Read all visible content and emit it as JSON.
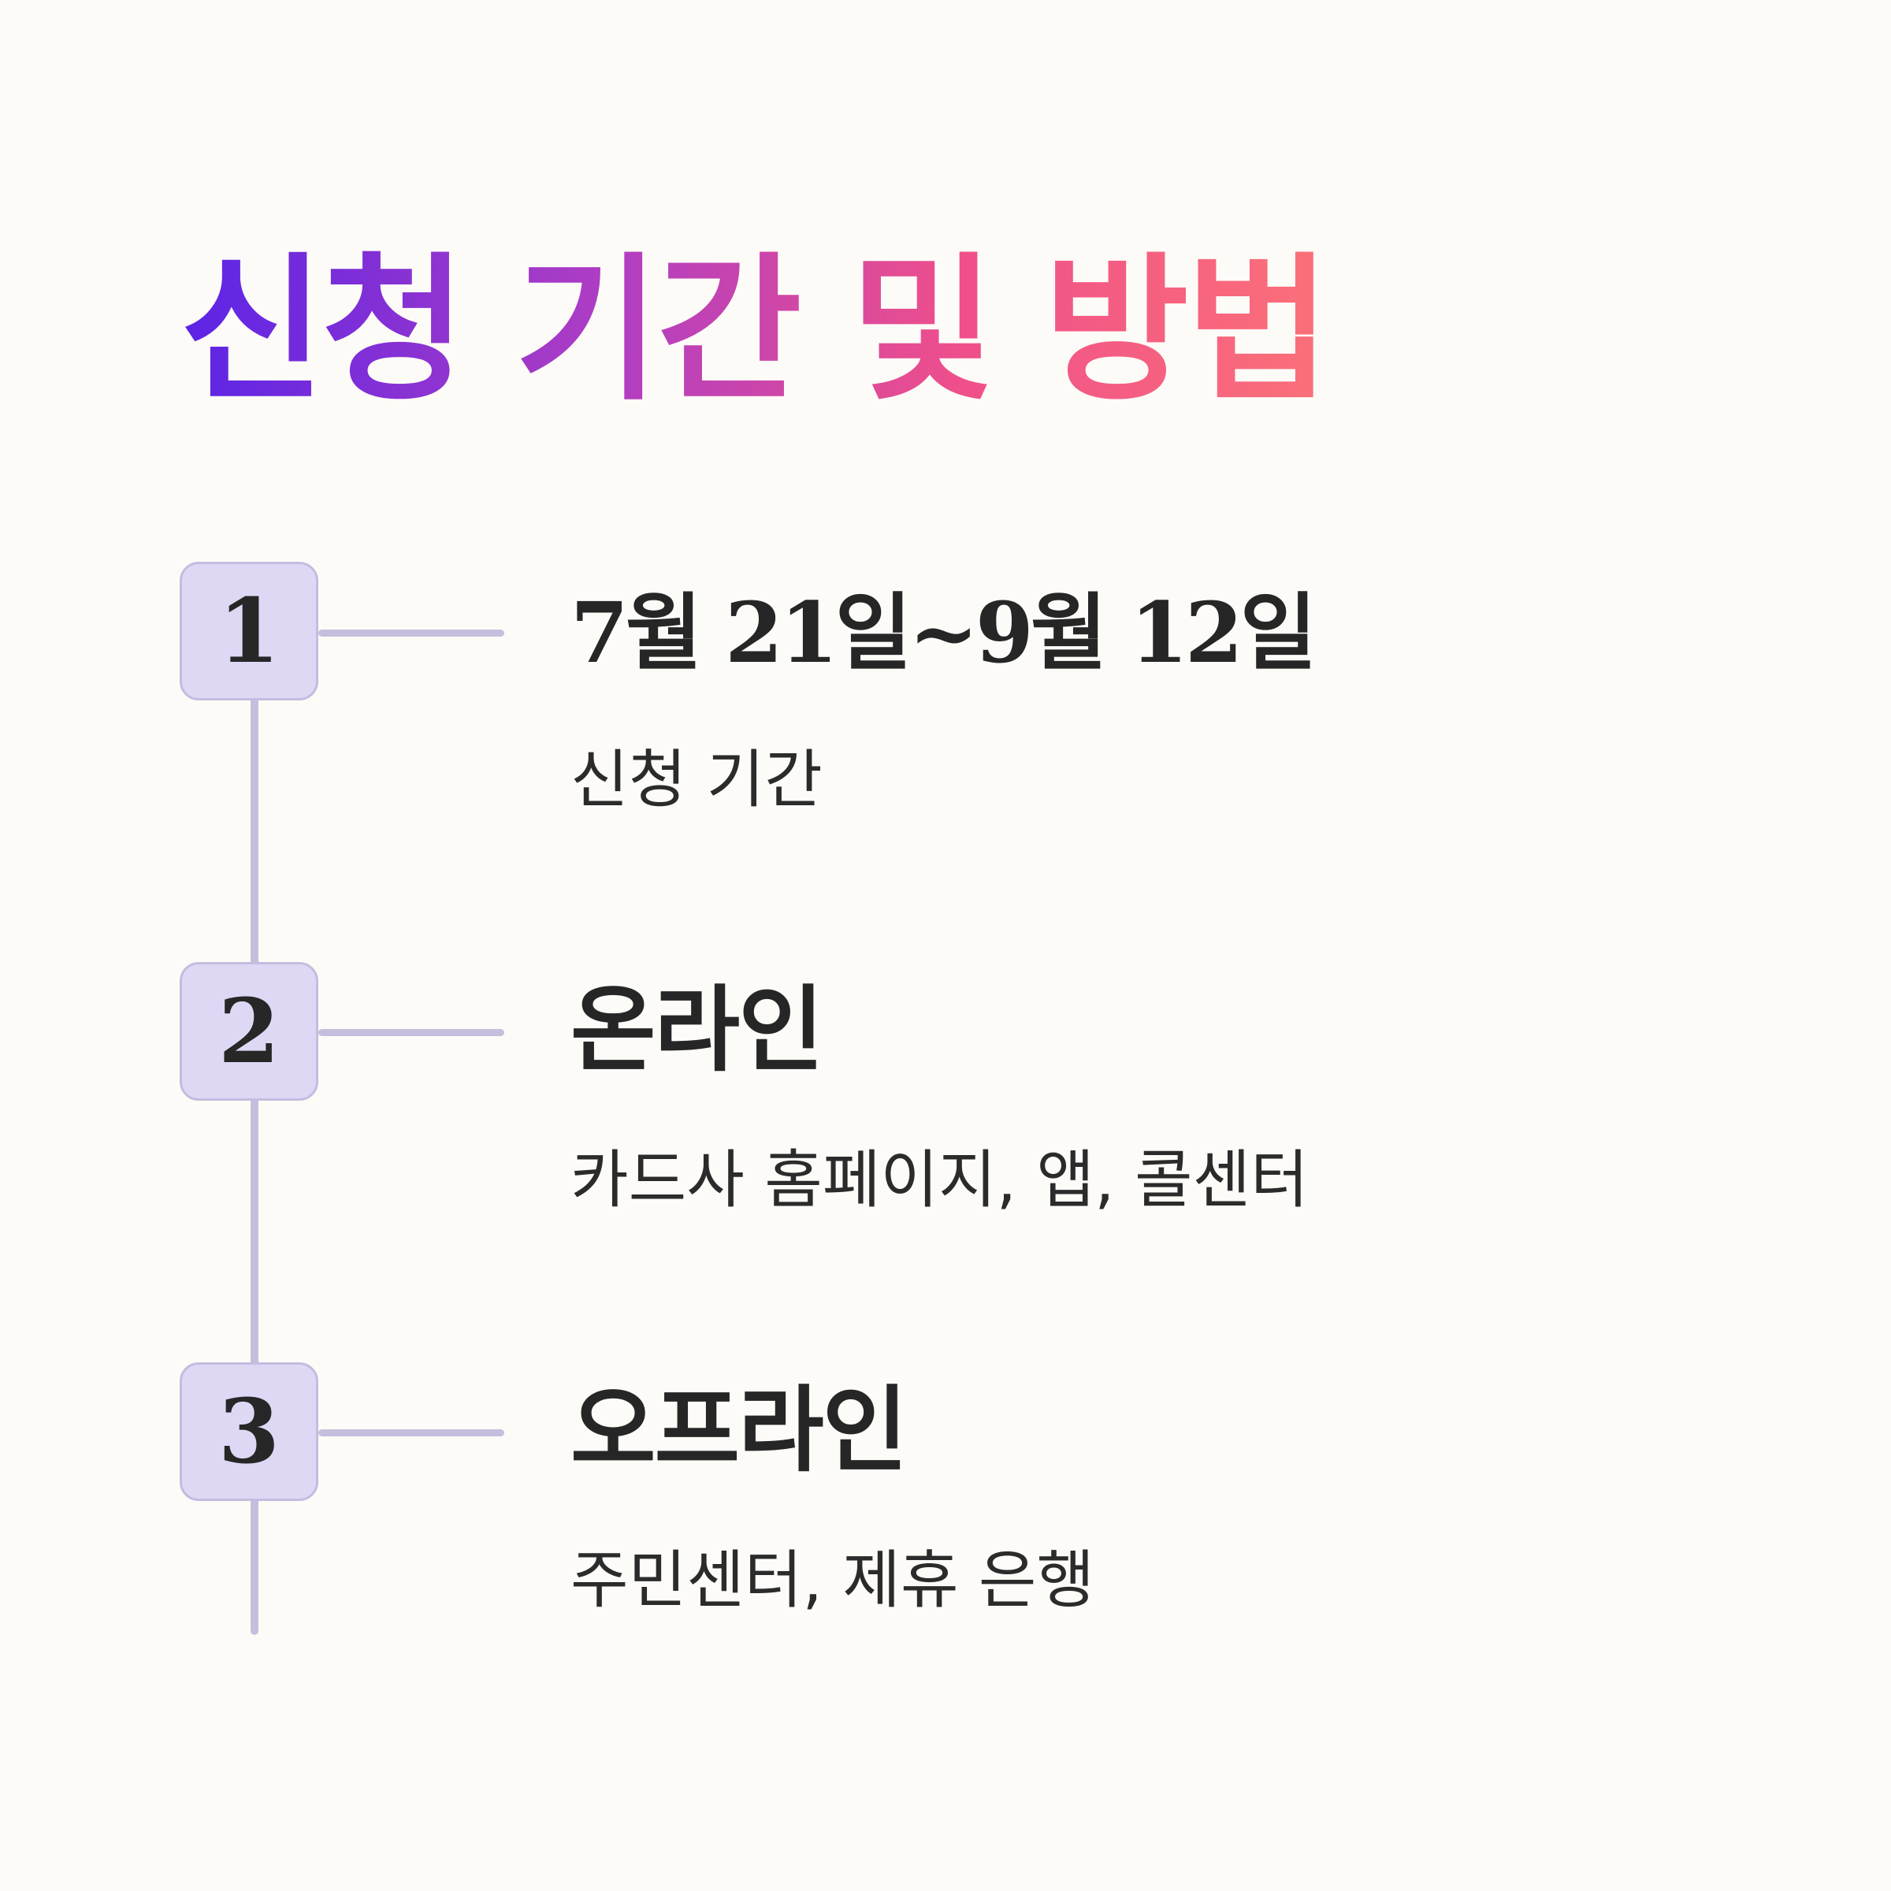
{
  "title": "신청 기간 및 방법",
  "colors": {
    "title_gradient": [
      "#5b24e6",
      "#b13ec2",
      "#ef4f8a",
      "#fb7078"
    ],
    "step_box_fill": "#ded8f5",
    "timeline_line": "#c6bedd",
    "text": "#262626",
    "background": "#fdfbf8"
  },
  "steps": [
    {
      "number": "1",
      "title": "7월 21일~9월 12일",
      "description": "신청 기간"
    },
    {
      "number": "2",
      "title": "온라인",
      "description": "카드사 홈페이지, 앱, 콜센터"
    },
    {
      "number": "3",
      "title": "오프라인",
      "description": "주민센터, 제휴 은행"
    }
  ]
}
